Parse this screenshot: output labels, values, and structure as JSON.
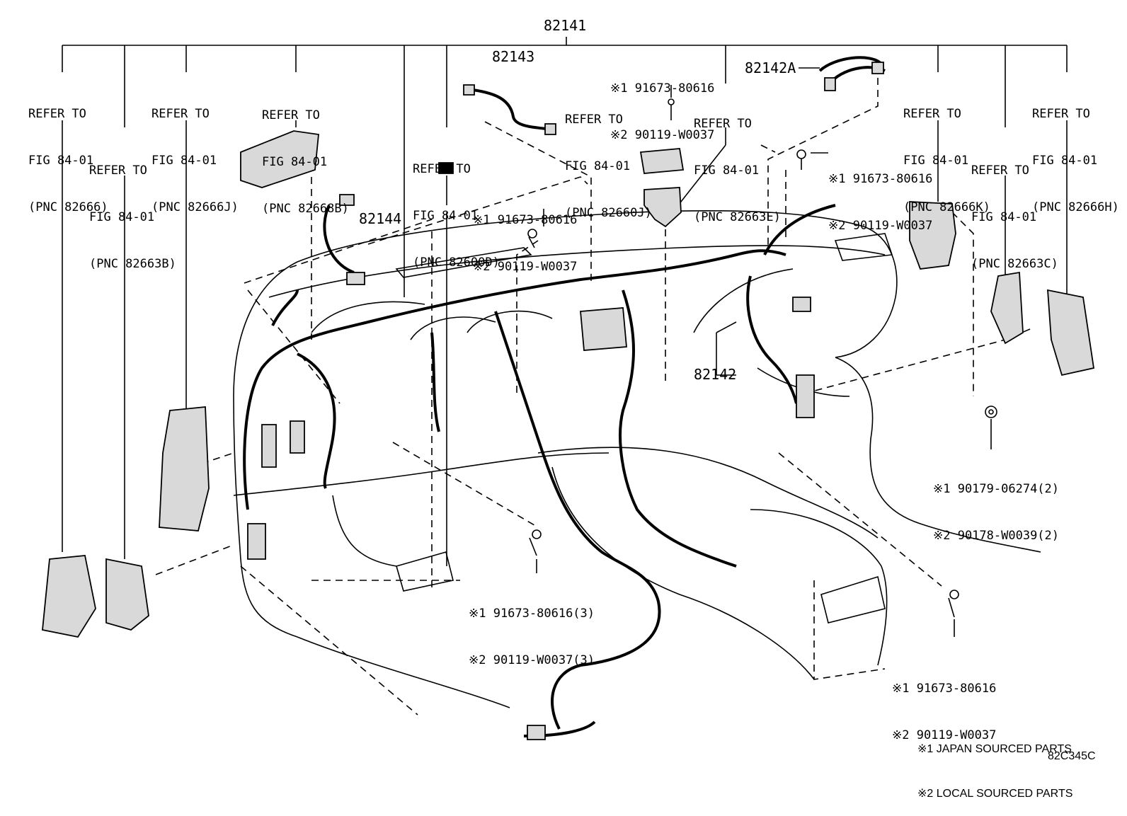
{
  "main_part": "82141",
  "parts": {
    "p82143": "82143",
    "p82142A": "82142A",
    "p82144": "82144",
    "p82142": "82142"
  },
  "refs": {
    "r_82666": [
      "REFER TO",
      "FIG 84-01",
      "(PNC 82666)"
    ],
    "r_82663B": [
      "REFER TO",
      "FIG 84-01",
      "(PNC 82663B)"
    ],
    "r_82666J": [
      "REFER TO",
      "FIG 84-01",
      "(PNC 82666J)"
    ],
    "r_82668B": [
      "REFER TO",
      "FIG 84-01",
      "(PNC 82668B)"
    ],
    "r_82600D": [
      "REFER TO",
      "FIG 84-01",
      "(PNC 82600D)"
    ],
    "r_82660J": [
      "REFER TO",
      "FIG 84-01",
      "(PNC 82660J)"
    ],
    "r_82663E": [
      "REFER TO",
      "FIG 84-01",
      "(PNC 82663E)"
    ],
    "r_82666K": [
      "REFER TO",
      "FIG 84-01",
      "(PNC 82666K)"
    ],
    "r_82663C": [
      "REFER TO",
      "FIG 84-01",
      "(PNC 82663C)"
    ],
    "r_82666H": [
      "REFER TO",
      "FIG 84-01",
      "(PNC 82666H)"
    ]
  },
  "fasteners": {
    "f_top": [
      "※1 91673-80616",
      "※2 90119-W0037"
    ],
    "f_mid": [
      "※1 91673-80616",
      "※2 90119-W0037"
    ],
    "f_right": [
      "※1 91673-80616",
      "※2 90119-W0037"
    ],
    "f_nut": [
      "※1 90179-06274(2)",
      "※2 90178-W0039(2)"
    ],
    "f_bottom": [
      "※1 91673-80616(3)",
      "※2 90119-W0037(3)"
    ],
    "f_br": [
      "※1 91673-80616",
      "※2 90119-W0037"
    ]
  },
  "legend": [
    "※1 JAPAN SOURCED PARTS",
    "※2 LOCAL SOURCED PARTS"
  ],
  "figure_code": "82C345C"
}
